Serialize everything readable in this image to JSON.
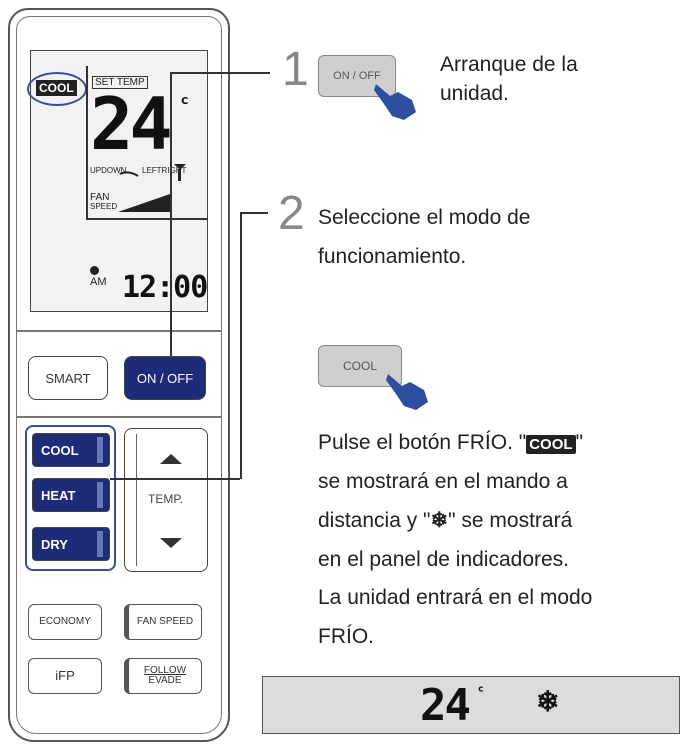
{
  "remote": {
    "lcd": {
      "mode": "COOL",
      "set_temp_label": "SET TEMP",
      "temp": "24",
      "temp_unit": "ᶜ",
      "updown_label": "UPDOWN",
      "leftright_label": "LEFTRIGHT",
      "fan_label": "FAN",
      "speed_label": "SPEED",
      "am_label": "AM",
      "clock": "12:00"
    },
    "buttons": {
      "smart": "SMART",
      "onoff": "ON / OFF",
      "cool": "COOL",
      "heat": "HEAT",
      "dry": "DRY",
      "temp": "TEMP.",
      "economy": "ECONOMY",
      "fan_speed": "FAN SPEED",
      "ifp": "iFP",
      "follow": "FOLLOW",
      "evade": "EVADE"
    }
  },
  "steps": [
    {
      "number": "1",
      "button_label": "ON / OFF",
      "text_line1": "Arranque de la",
      "text_line2": "unidad."
    },
    {
      "number": "2",
      "text_line1": "Seleccione el modo de",
      "text_line2": "funcionamiento."
    }
  ],
  "cool_button_label": "COOL",
  "instructions": {
    "line1_pre": "Pulse el botón FRÍO. \"",
    "line1_badge": "COOL",
    "line1_post": "\"",
    "line2": "se mostrará en el mando a",
    "line3_pre": "distancia y \"",
    "line3_icon": "❄",
    "line3_post": "\" se mostrará",
    "line4": "en el panel de indicadores.",
    "line5": "La unidad entrará en el modo",
    "line6": "FRÍO."
  },
  "indicator_panel": {
    "temp": "24",
    "unit": "ᶜ",
    "icon": "❄"
  }
}
